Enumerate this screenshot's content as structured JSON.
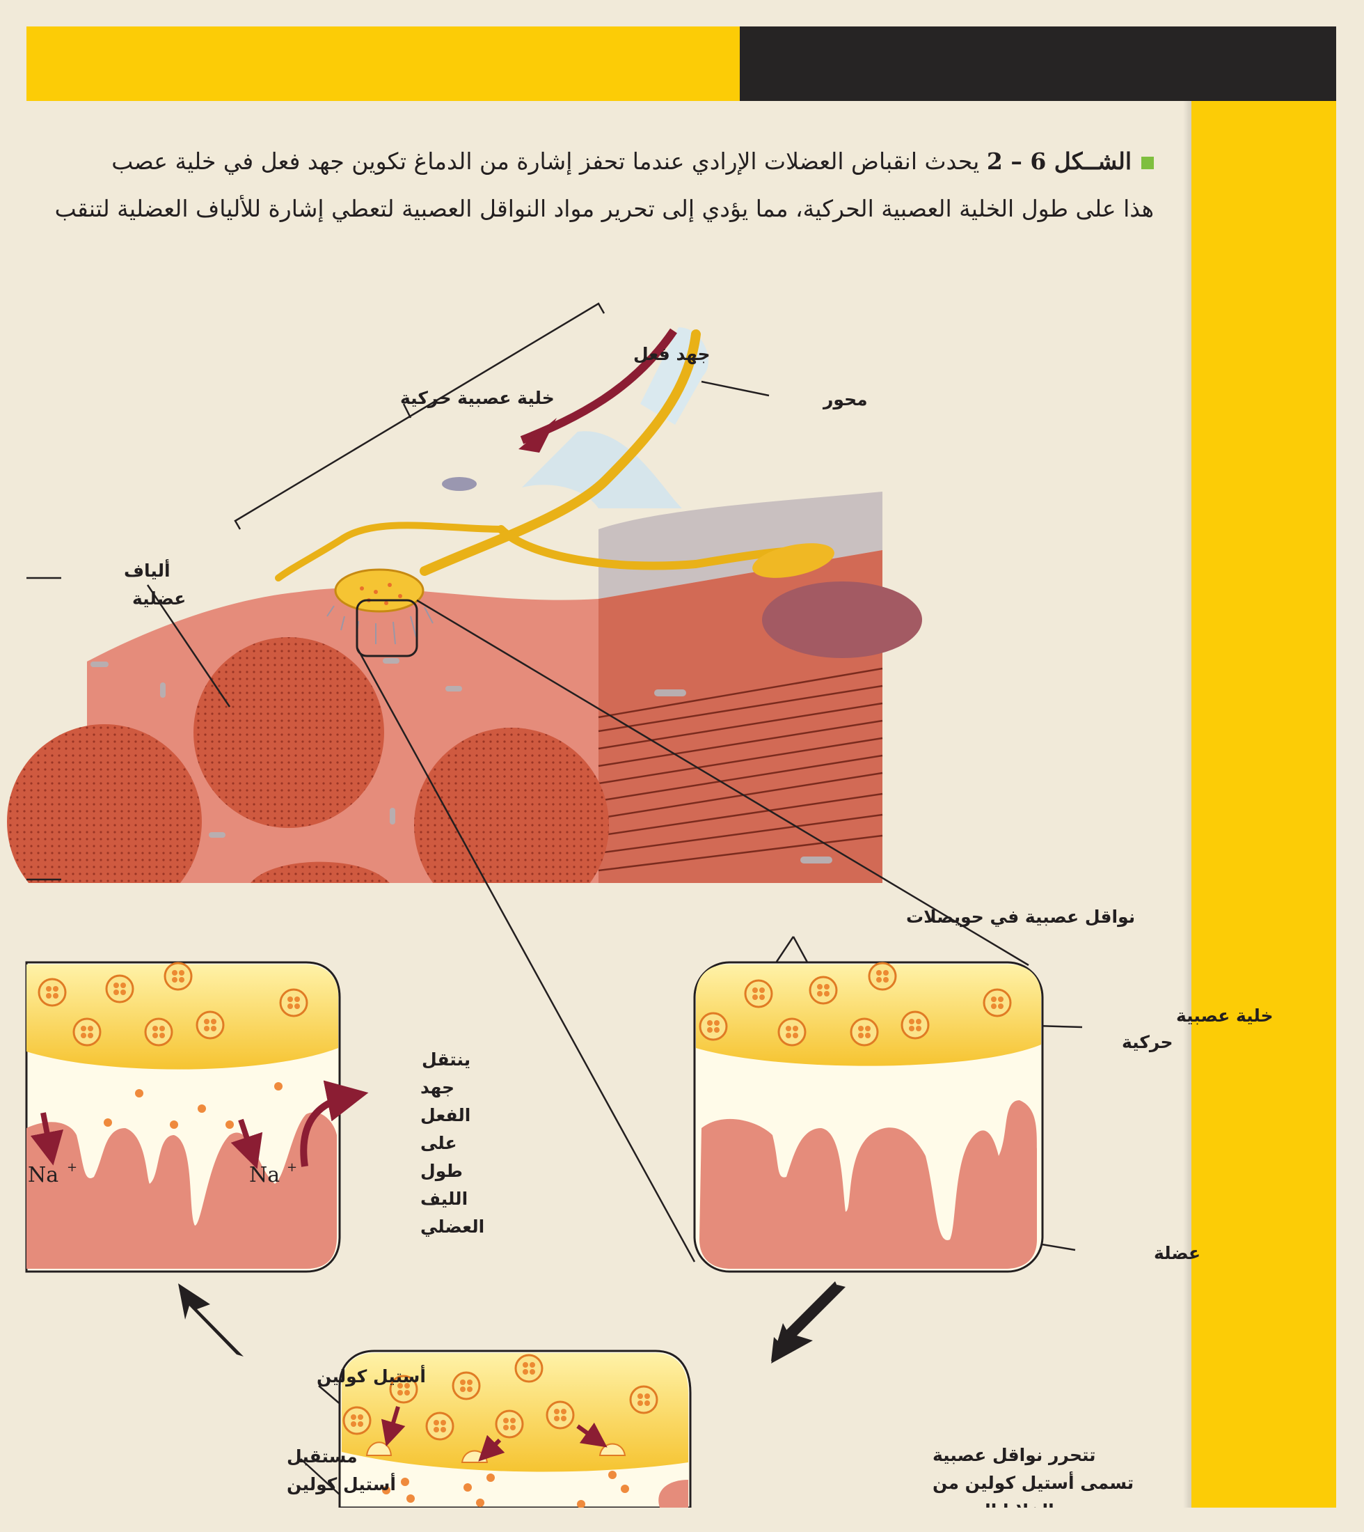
{
  "header": {
    "colors": {
      "accent_yellow": "#fccc06",
      "accent_black": "#262424",
      "paper": "#f1ead9",
      "bullet_green": "#7fbf3f"
    }
  },
  "caption": {
    "figure_label": "الشــكل 6 – 2",
    "line1": "يحدث انقباض العضلات الإرادي عندما تحفز إشارة من الدماغ تكوين جهد فعل في خلية عصب",
    "line2": "هذا على طول الخلية العصبية الحركية، مما يؤدي إلى تحرير مواد النواقل العصبية لتعطي إشارة للألياف العضلية لتنقب"
  },
  "labels": {
    "action_potential": "جهد فعل",
    "motor_neuron_top": "خلية عصبية حركية",
    "axon": "محور",
    "muscle_fibers_1": "ألياف",
    "muscle_fibers_2": "عضلية",
    "vesicle_neurotransmitters": "نواقل عصبية في حويصلات",
    "motor_neuron_right_1": "خلية عصبية",
    "motor_neuron_right_2": "حركية",
    "muscle": "عضلة",
    "propagation": [
      "ينتقل",
      "جهد",
      "الفعل",
      "على",
      "طول",
      "الليف",
      "العضلي"
    ],
    "na_ion": "Na",
    "na_charge": "+",
    "acetylcholine": "أستيل كولين",
    "receptor_1": "مستقبل",
    "receptor_2": "أستيل كولين",
    "release_1": "تتحرر نواقل عصبية",
    "release_2": "تسمى أستيل كولين من",
    "release_3": "الخلايا العصبية"
  }
}
